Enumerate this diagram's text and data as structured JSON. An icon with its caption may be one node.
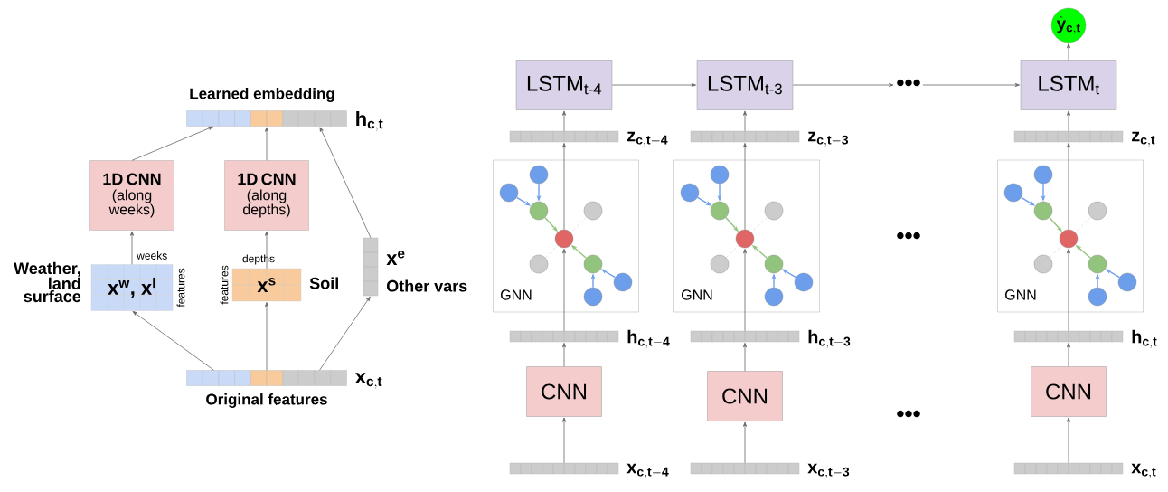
{
  "diagram": {
    "nodes": [
      {
        "text": [
          "Learned embedding"
        ],
        "beside": [
          "\\mathbf{h}_{\\mathbf{c, t}}"
        ]
      },
      {
        "text": [
          "1D CNN",
          "(along weeks)"
        ]
      },
      {
        "text": [
          "1D CNN",
          "(along depths)"
        ]
      },
      {
        "text": [
          "x$^{w}$, x$^{l}$"
        ],
        "beside": [
          "Weather, land surface",
          "weeks",
          "features"
        ]
      },
      {
        "text": [
          "x$^{s}$"
        ],
        "beside": [
          "depths",
          "features",
          "Soil"
        ]
      },
      {
        "text": [],
        "shape": "bar",
        "beside": [
          "x$^{e}$",
          "Other vars"
        ]
      },
      {
        "text": [
          "Original features"
        ],
        "beside": [
          "\\mathbf{x}_{\\mathbf{c, t}}"
        ]
      },
      {
        "text": [
          "LSTM$_{t-4}$"
        ]
      },
      {
        "text": [],
        "shape": "bar",
        "beside": [
          "\\mathbf{z}_{\\mathbf{c, t-4}}"
        ]
      },
      {
        "text": [
          "GNN"
        ]
      },
      {
        "text": [],
        "shape": "circle",
        "in": 9
      },
      {
        "text": [],
        "shape": "circle",
        "in": 9
      },
      {
        "text": [],
        "shape": "circle",
        "in": 9
      },
      {
        "text": [],
        "shape": "circle",
        "in": 9
      },
      {
        "text": [],
        "shape": "circle",
        "in": 9
      },
      {
        "text": [],
        "shape": "circle",
        "in": 9
      },
      {
        "text": [],
        "shape": "circle",
        "in": 9
      },
      {
        "text": [],
        "shape": "circle",
        "in": 9
      },
      {
        "text": [],
        "shape": "circle",
        "in": 9
      },
      {
        "text": [],
        "shape": "bar",
        "beside": [
          "\\mathbf{h}_{\\mathbf{c, t-4}}"
        ]
      },
      {
        "text": [
          "CNN"
        ]
      },
      {
        "text": [],
        "shape": "bar",
        "beside": [
          "\\mathbf{x}_{\\mathbf{c, t-4}}"
        ]
      },
      {
        "text": [
          "LSTM$_{t-3}$"
        ]
      },
      {
        "text": [],
        "shape": "bar",
        "beside": [
          "\\mathbf{z}_{\\mathbf{c, t-3}}"
        ]
      },
      {
        "text": [
          "GNN"
        ]
      },
      {
        "text": [],
        "shape": "circle",
        "in": 24
      },
      {
        "text": [],
        "shape": "circle",
        "in": 24
      },
      {
        "text": [],
        "shape": "circle",
        "in": 24
      },
      {
        "text": [],
        "shape": "circle",
        "in": 24
      },
      {
        "text": [],
        "shape": "circle",
        "in": 24
      },
      {
        "text": [],
        "shape": "circle",
        "in": 24
      },
      {
        "text": [],
        "shape": "circle",
        "in": 24
      },
      {
        "text": [],
        "shape": "circle",
        "in": 24
      },
      {
        "text": [],
        "shape": "circle",
        "in": 24
      },
      {
        "text": [],
        "shape": "bar",
        "beside": [
          "\\mathbf{h}_{\\mathbf{c, t-3}}"
        ]
      },
      {
        "text": [
          "CNN"
        ]
      },
      {
        "text": [],
        "shape": "bar",
        "beside": [
          "\\mathbf{x}_{\\mathbf{c, t-3}}"
        ]
      },
      {
        "text": [
          "LSTM$_{t}$"
        ]
      },
      {
        "text": [],
        "shape": "bar",
        "beside": [
          "\\mathbf{z}_{\\mathbf{c, t}}"
        ]
      },
      {
        "text": [
          "GNN"
        ]
      },
      {
        "text": [],
        "shape": "circle",
        "in": 39
      },
      {
        "text": [],
        "shape": "circle",
        "in": 39
      },
      {
        "text": [],
        "shape": "circle",
        "in": 39
      },
      {
        "text": [],
        "shape": "circle",
        "in": 39
      },
      {
        "text": [],
        "shape": "circle",
        "in": 39
      },
      {
        "text": [],
        "shape": "circle",
        "in": 39
      },
      {
        "text": [],
        "shape": "circle",
        "in": 39
      },
      {
        "text": [],
        "shape": "circle",
        "in": 39
      },
      {
        "text": [],
        "shape": "circle",
        "in": 39
      },
      {
        "text": [],
        "shape": "bar",
        "beside": [
          "\\mathbf{h}_{\\mathbf{c, t}}"
        ]
      },
      {
        "text": [
          "CNN"
        ]
      },
      {
        "text": [],
        "shape": "bar",
        "beside": [
          "\\mathbf{x}_{\\mathbf{c, t}}"
        ]
      },
      {
        "text": [
          "•••"
        ]
      },
      {
        "text": [
          "\\hat{\\mathbf{y}}_{\\mathbf{c, t}}"
        ]
      }
    ],
    "edges": [
      {
        "from": 1,
        "to": 0,
        "arrow": "to"
      },
      {
        "from": 2,
        "to": 0,
        "arrow": "to"
      },
      {
        "from": 5,
        "to": 0,
        "arrow": "to"
      },
      {
        "from": 3,
        "to": 1,
        "arrow": "to"
      },
      {
        "from": 4,
        "to": 2,
        "arrow": "to"
      },
      {
        "from": 6,
        "to": 3,
        "arrow": "to"
      },
      {
        "from": 6,
        "to": 4,
        "arrow": "to"
      },
      {
        "from": 6,
        "to": 5,
        "arrow": "to"
      },
      {
        "from": 21,
        "to": 20,
        "arrow": "to"
      },
      {
        "from": 20,
        "to": 19,
        "arrow": "to"
      },
      {
        "from": 19,
        "to": 10,
        "arrow": "to"
      },
      {
        "from": 10,
        "to": 8,
        "arrow": "to"
      },
      {
        "from": 8,
        "to": 7,
        "arrow": "to"
      },
      {
        "from": 13,
        "to": 11,
        "arrow": "to",
        "color": "#6d9eeb"
      },
      {
        "from": 14,
        "to": 11,
        "arrow": "to",
        "color": "#6d9eeb"
      },
      {
        "from": 15,
        "to": 12,
        "arrow": "to",
        "color": "#6d9eeb"
      },
      {
        "from": 16,
        "to": 12,
        "arrow": "to",
        "color": "#6d9eeb"
      },
      {
        "from": 11,
        "to": 10,
        "arrow": "to",
        "color": "#93c47d"
      },
      {
        "from": 12,
        "to": 10,
        "arrow": "to",
        "color": "#93c47d"
      },
      {
        "from": 17,
        "to": 10,
        "arrow": "none",
        "style": "dashed",
        "color": "#cccccc"
      },
      {
        "from": 18,
        "to": 10,
        "arrow": "none",
        "style": "dashed",
        "color": "#cccccc"
      },
      {
        "from": 36,
        "to": 35,
        "arrow": "to"
      },
      {
        "from": 35,
        "to": 34,
        "arrow": "to"
      },
      {
        "from": 34,
        "to": 25,
        "arrow": "to"
      },
      {
        "from": 25,
        "to": 23,
        "arrow": "to"
      },
      {
        "from": 23,
        "to": 22,
        "arrow": "to"
      },
      {
        "from": 28,
        "to": 26,
        "arrow": "to",
        "color": "#6d9eeb"
      },
      {
        "from": 29,
        "to": 26,
        "arrow": "to",
        "color": "#6d9eeb"
      },
      {
        "from": 30,
        "to": 27,
        "arrow": "to",
        "color": "#6d9eeb"
      },
      {
        "from": 31,
        "to": 27,
        "arrow": "to",
        "color": "#6d9eeb"
      },
      {
        "from": 26,
        "to": 25,
        "arrow": "to",
        "color": "#93c47d"
      },
      {
        "from": 27,
        "to": 25,
        "arrow": "to",
        "color": "#93c47d"
      },
      {
        "from": 32,
        "to": 25,
        "arrow": "none",
        "style": "dashed",
        "color": "#cccccc"
      },
      {
        "from": 33,
        "to": 25,
        "arrow": "none",
        "style": "dashed",
        "color": "#cccccc"
      },
      {
        "from": 51,
        "to": 50,
        "arrow": "to"
      },
      {
        "from": 50,
        "to": 49,
        "arrow": "to"
      },
      {
        "from": 49,
        "to": 40,
        "arrow": "to"
      },
      {
        "from": 40,
        "to": 38,
        "arrow": "to"
      },
      {
        "from": 38,
        "to": 37,
        "arrow": "to"
      },
      {
        "from": 43,
        "to": 41,
        "arrow": "to",
        "color": "#6d9eeb"
      },
      {
        "from": 44,
        "to": 41,
        "arrow": "to",
        "color": "#6d9eeb"
      },
      {
        "from": 45,
        "to": 42,
        "arrow": "to",
        "color": "#6d9eeb"
      },
      {
        "from": 46,
        "to": 42,
        "arrow": "to",
        "color": "#6d9eeb"
      },
      {
        "from": 41,
        "to": 40,
        "arrow": "to",
        "color": "#93c47d"
      },
      {
        "from": 42,
        "to": 40,
        "arrow": "to",
        "color": "#93c47d"
      },
      {
        "from": 47,
        "to": 40,
        "arrow": "none",
        "style": "dashed",
        "color": "#cccccc"
      },
      {
        "from": 48,
        "to": 40,
        "arrow": "none",
        "style": "dashed",
        "color": "#cccccc"
      },
      {
        "from": 7,
        "to": 22,
        "arrow": "to"
      },
      {
        "from": 22,
        "to": 52,
        "arrow": "to"
      },
      {
        "from": 52,
        "to": 37,
        "arrow": "to"
      },
      {
        "from": 37,
        "to": 53,
        "arrow": "to"
      }
    ],
    "labels": [
      "•••",
      "•••"
    ]
  }
}
